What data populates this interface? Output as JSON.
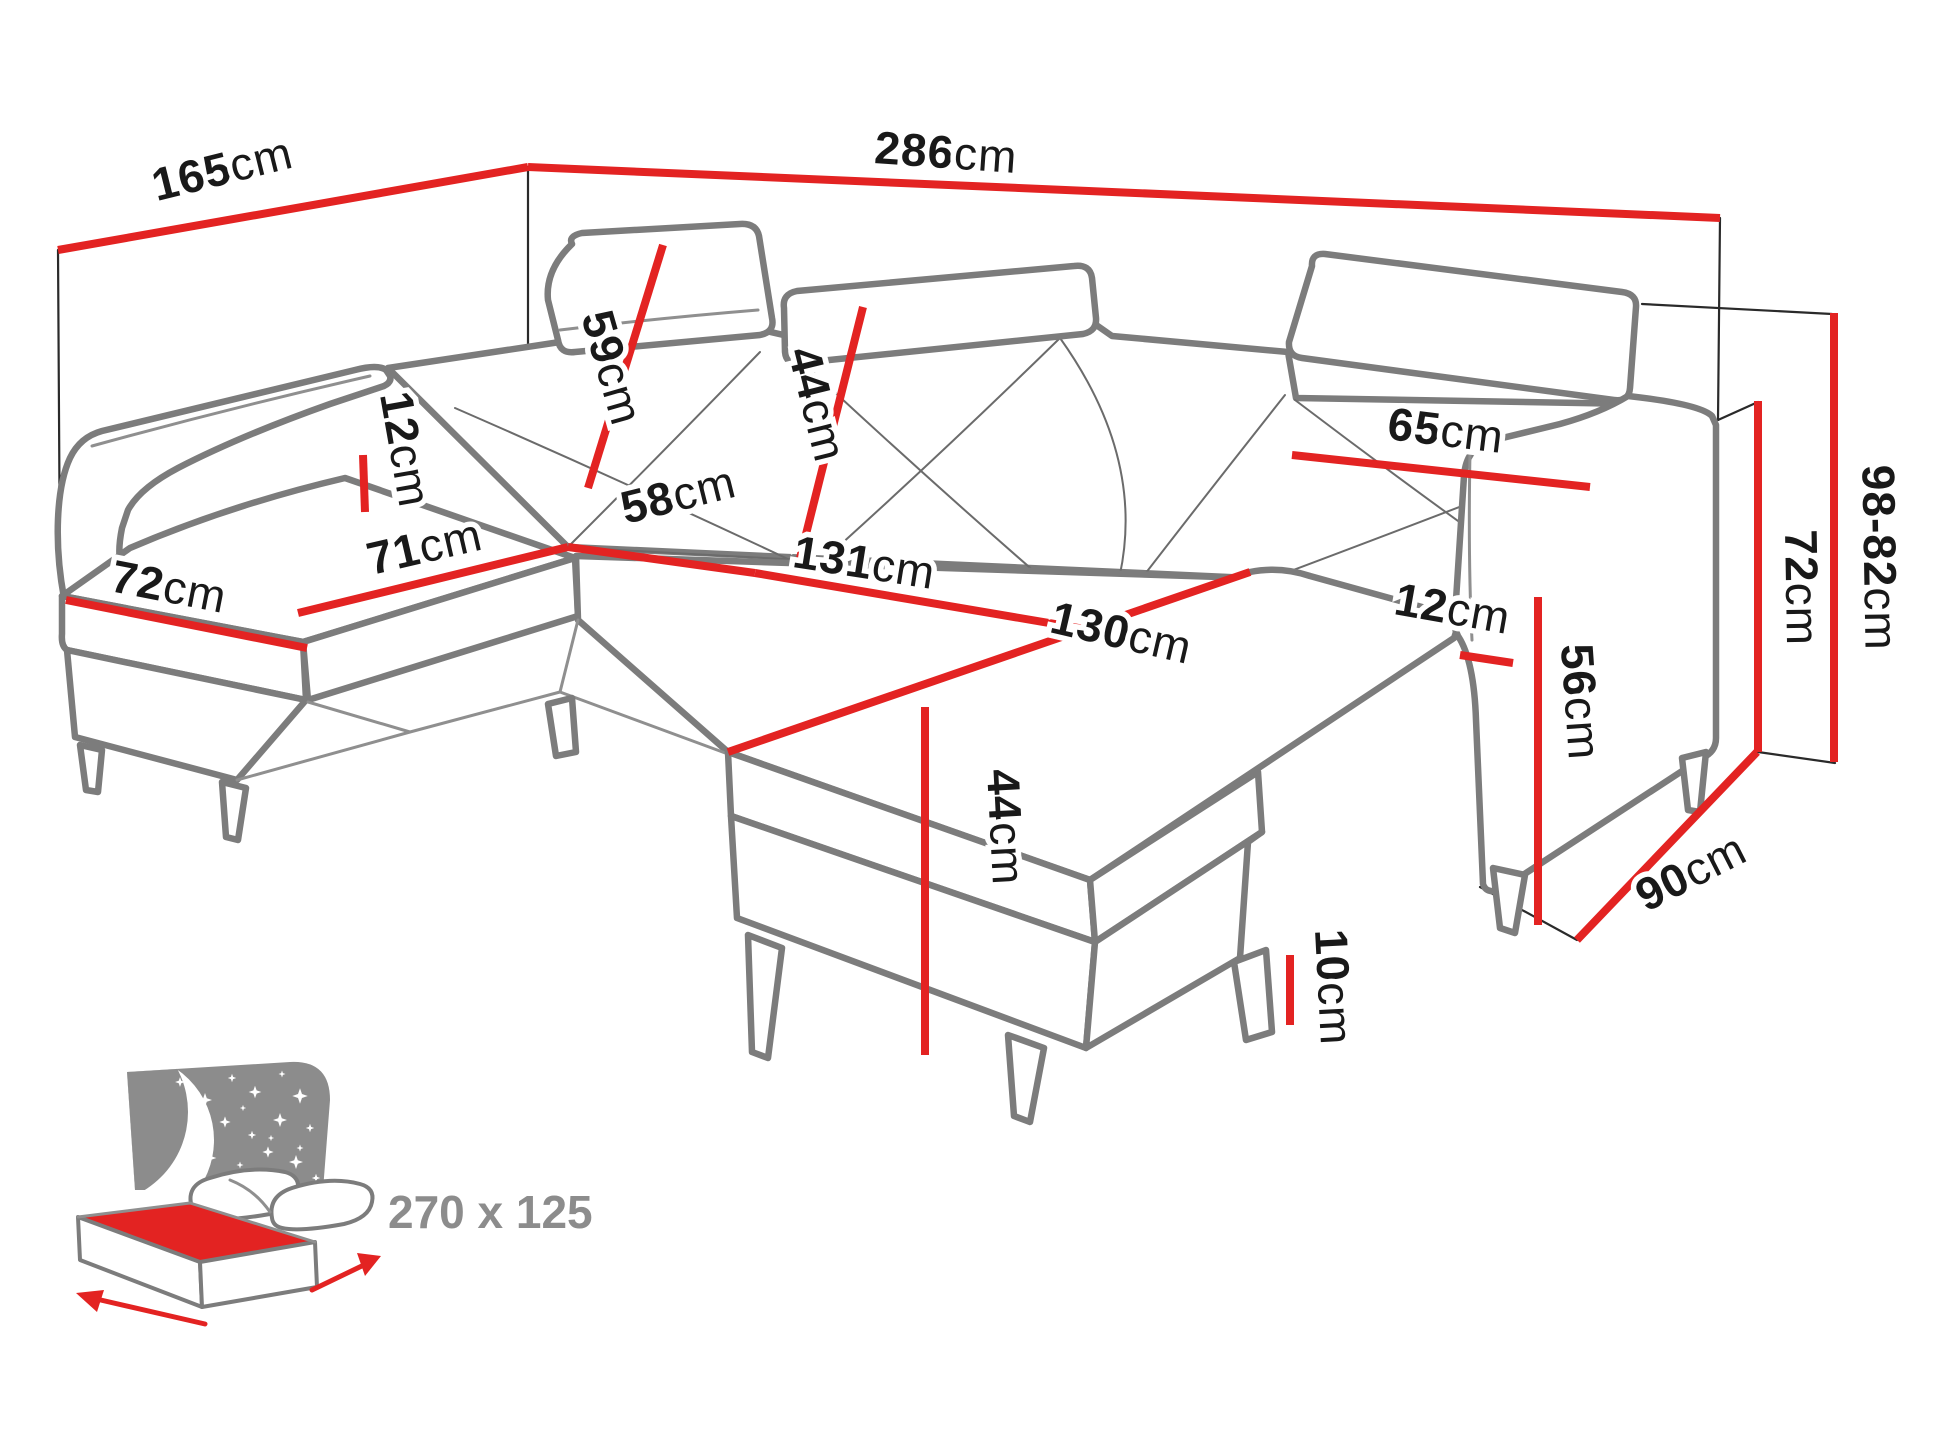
{
  "diagram": {
    "type": "sofa-dimension-diagram",
    "colors": {
      "dimension_red": "#e32322",
      "sofa_outline_gray": "#7c7c7c",
      "label_black": "#191919",
      "icon_gray": "#8c8c8c"
    }
  },
  "labels": [
    {
      "name": "depth-left",
      "value": "165",
      "unit": "cm"
    },
    {
      "name": "total-width",
      "value": "286",
      "unit": "cm"
    },
    {
      "name": "armrest-width-left",
      "value": "12",
      "unit": "cm"
    },
    {
      "name": "headrest-height",
      "value": "59",
      "unit": "cm"
    },
    {
      "name": "backrest-height",
      "value": "44",
      "unit": "cm"
    },
    {
      "name": "middle-seat-depth",
      "value": "58",
      "unit": "cm"
    },
    {
      "name": "chaise-length-left",
      "value": "71",
      "unit": "cm"
    },
    {
      "name": "chaise-width-left",
      "value": "72",
      "unit": "cm"
    },
    {
      "name": "middle-seat-width",
      "value": "131",
      "unit": "cm"
    },
    {
      "name": "backrest-width-right",
      "value": "65",
      "unit": "cm"
    },
    {
      "name": "chaise-length-right",
      "value": "130",
      "unit": "cm"
    },
    {
      "name": "armrest-width-right",
      "value": "12",
      "unit": "cm"
    },
    {
      "name": "armrest-height-right",
      "value": "56",
      "unit": "cm"
    },
    {
      "name": "seat-front-height",
      "value": "44",
      "unit": "cm"
    },
    {
      "name": "leg-height",
      "value": "10",
      "unit": "cm"
    },
    {
      "name": "back-height-right",
      "value": "72",
      "unit": "cm"
    },
    {
      "name": "total-height-range",
      "value": "98-82",
      "unit": "cm"
    }
  ],
  "depth_right": {
    "value": "90",
    "unit": "cm"
  },
  "bed_icon": {
    "label": "270 x 125"
  }
}
